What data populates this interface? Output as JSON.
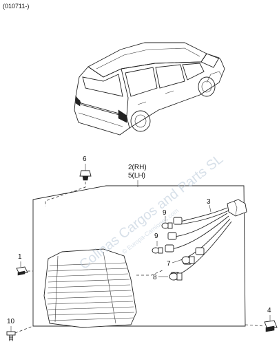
{
  "diagram": {
    "code": "(010711-)",
    "callouts": {
      "c1": "1",
      "c2": "2(RH)",
      "c3": "3",
      "c4": "4",
      "c5": "5(LH)",
      "c6": "6",
      "c7": "7",
      "c8": "8",
      "c9a": "9",
      "c9b": "9",
      "c10": "10"
    },
    "watermark": {
      "main": "Colinas Cargos and Parts SL",
      "sub": "© Europa-Camiones.com"
    }
  }
}
